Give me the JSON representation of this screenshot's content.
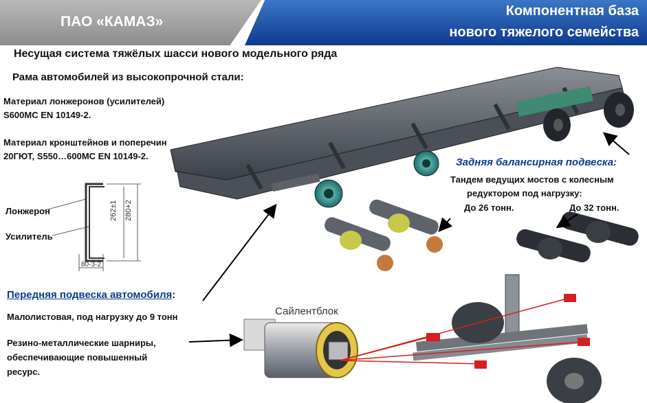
{
  "header": {
    "company": "ПАО «КАМАЗ»",
    "title_line1": "Компонентная база",
    "title_line2": "нового тяжелого семейства"
  },
  "main_title": "Несущая система тяжёлых шасси нового модельного ряда",
  "frame": {
    "heading": "Рама автомобилей из высокопрочной стали:",
    "material_1_line1": "Материал лонжеронов (усилителей)",
    "material_1_line2": "S600MC EN 10149-2.",
    "material_2_line1": "Материал кронштейнов и поперечин",
    "material_2_line2": "20ГЮТ, S550…600MC EN 10149-2."
  },
  "profile": {
    "label_spar": "Лонжерон",
    "label_reinforcement": "Усилитель",
    "dim_height_1": "262±1",
    "dim_height_2": "280+2",
    "dim_width": "80-3-2"
  },
  "rear_suspension": {
    "heading": "Задняя балансирная подвеска:",
    "desc_line1": "Тандем ведущих мостов с колесным",
    "desc_line2": "редуктором под нагрузку:",
    "load_1": "До 26 тонн.",
    "load_2": "До 32 тонн."
  },
  "front_suspension": {
    "heading": "Передняя подвеска  автомобиля",
    "heading_colon": ":",
    "desc_1": "Малолистовая, под нагрузку до 9 тонн",
    "desc_2_line1": "Резино-металлические шарниры,",
    "desc_2_line2": "обеспечивающие  повышенный",
    "desc_2_line3": "ресурс."
  },
  "bushing_label": "Сайлентблок",
  "colors": {
    "header_blue": "#0d3a8f",
    "header_grey": "#9a9a9a",
    "accent_red": "#d81e1e"
  }
}
